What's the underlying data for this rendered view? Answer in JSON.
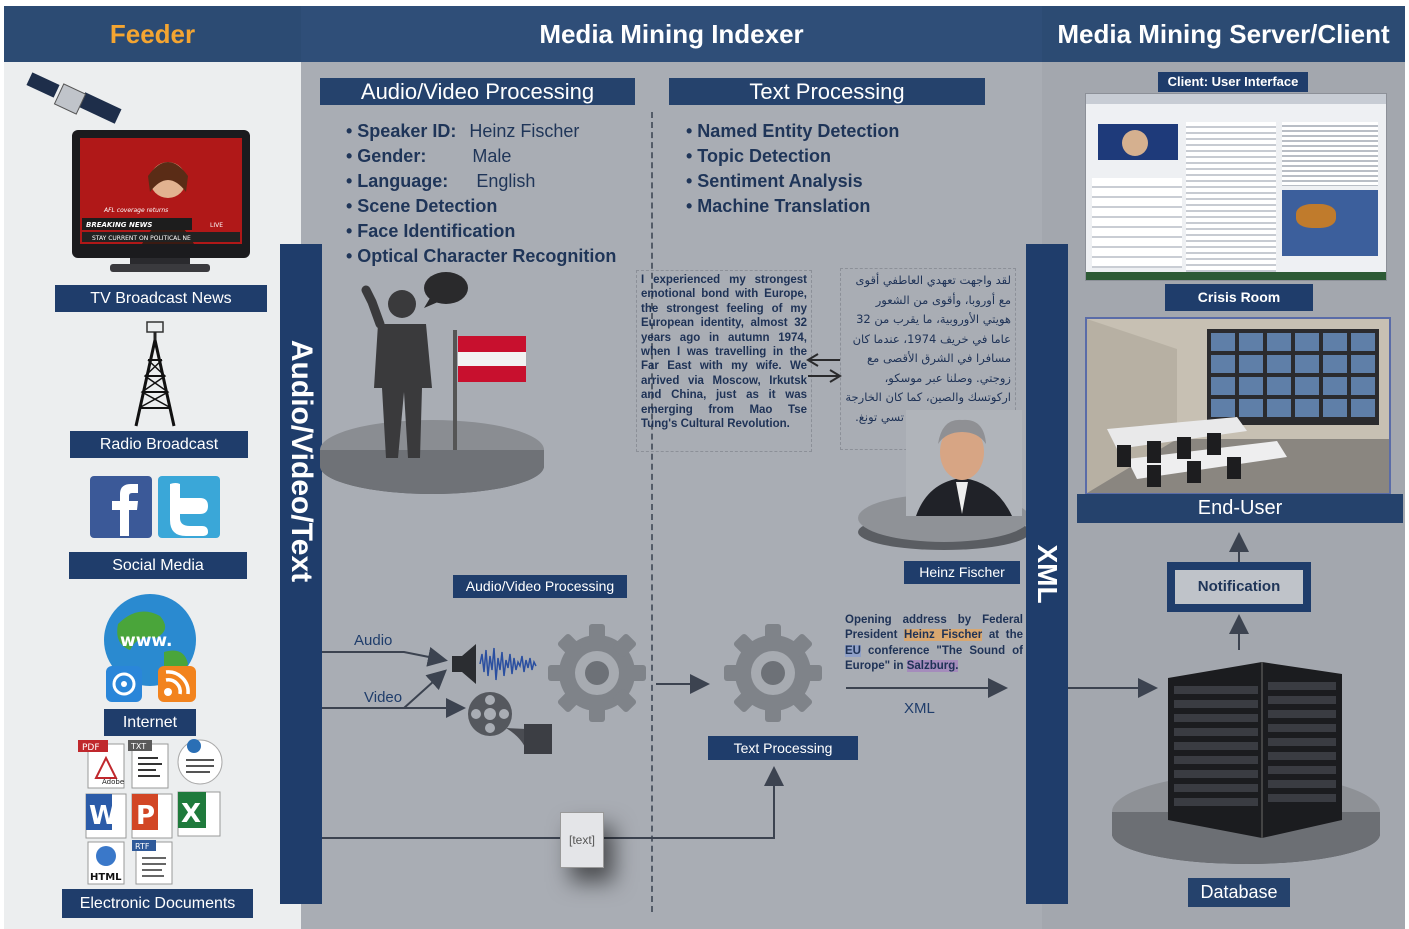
{
  "headers": {
    "feeder": "Feeder",
    "indexer": "Media Mining Indexer",
    "server": "Media Mining Server/Client"
  },
  "colors": {
    "header_bg": "#2c4b73",
    "feeder_title": "#f4a531",
    "label_bg": "#1f3d6b",
    "mid_bg": "#a9adb4"
  },
  "feeder": {
    "items": [
      {
        "label": "TV Broadcast News",
        "icon": "tv-satellite-icon"
      },
      {
        "label": "Radio Broadcast",
        "icon": "radio-tower-icon"
      },
      {
        "label": "Social Media",
        "icon": "facebook-twitter-icon"
      },
      {
        "label": "Internet",
        "icon": "globe-rss-icon"
      },
      {
        "label": "Electronic Documents",
        "icon": "document-files-icon"
      }
    ],
    "tv_screen": {
      "breaking": "BREAKING NEWS",
      "sub": "AFL coverage returns",
      "ticker": "STAY CURRENT ON POLITICAL NE",
      "live": "LIVE"
    },
    "doc_tags": {
      "pdf": "PDF",
      "txt": "TXT",
      "rtf": "RTF",
      "html": "HTML",
      "adobe": "Adobe"
    },
    "globe_text": "www."
  },
  "indexer": {
    "vertical_label": "Audio/Video/Text",
    "av_title": "Audio/Video Processing",
    "text_title": "Text Processing",
    "av_bullets": [
      {
        "key": "• Speaker ID:",
        "value": "Heinz Fischer"
      },
      {
        "key": "• Gender:",
        "value": "Male"
      },
      {
        "key": "• Language:",
        "value": "English"
      },
      {
        "key": "• Scene Detection",
        "value": ""
      },
      {
        "key": "• Face Identification",
        "value": ""
      },
      {
        "key": "• Optical Character Recognition",
        "value": ""
      }
    ],
    "text_bullets": [
      "• Named Entity Detection",
      "• Topic Detection",
      "• Sentiment Analysis",
      "• Machine Translation"
    ],
    "english_text": "I experienced my strongest emotional bond with Europe, the strongest feeling of my European identity, almost 32 years ago in autumn 1974, when I was travelling in the Far East with my wife. We arrived via Moscow, Irkutsk and China, just as it was emerging from Mao Tse Tung's Cultural Revolution.",
    "arabic_text": "لقد واجهت تعهدي العاطفي أقوى مع أوروبا، وأقوى من الشعور هويتي الأوروبية، ما يقرب من 32 عاما في خريف 1974، عندما كان مسافرا في الشرق الأقصى مع زوجتي. وصلنا عبر موسكو، اركوتسك والصين، كما كان الخارجة من الثورة الثقافية ماو تسي تونغ.",
    "person_label": "Heinz Fischer",
    "av_process_label": "Audio/Video Processing",
    "audio_label": "Audio",
    "video_label": "Video",
    "text_process_label": "Text Processing",
    "text_doc_label": "[text]",
    "xml_label": "XML",
    "xml_bar_label": "XML",
    "annotated": {
      "part1": "Opening address by Federal President ",
      "name": "Heinz Fischer",
      "part2": " at the ",
      "eu": "EU",
      "part3": " conference \"The Sound of Europe\" in ",
      "city": "Salzburg."
    }
  },
  "server": {
    "client_ui": "Client: User Interface",
    "crisis_room": "Crisis Room",
    "end_user": "End-User",
    "notification": "Notification",
    "database": "Database"
  }
}
